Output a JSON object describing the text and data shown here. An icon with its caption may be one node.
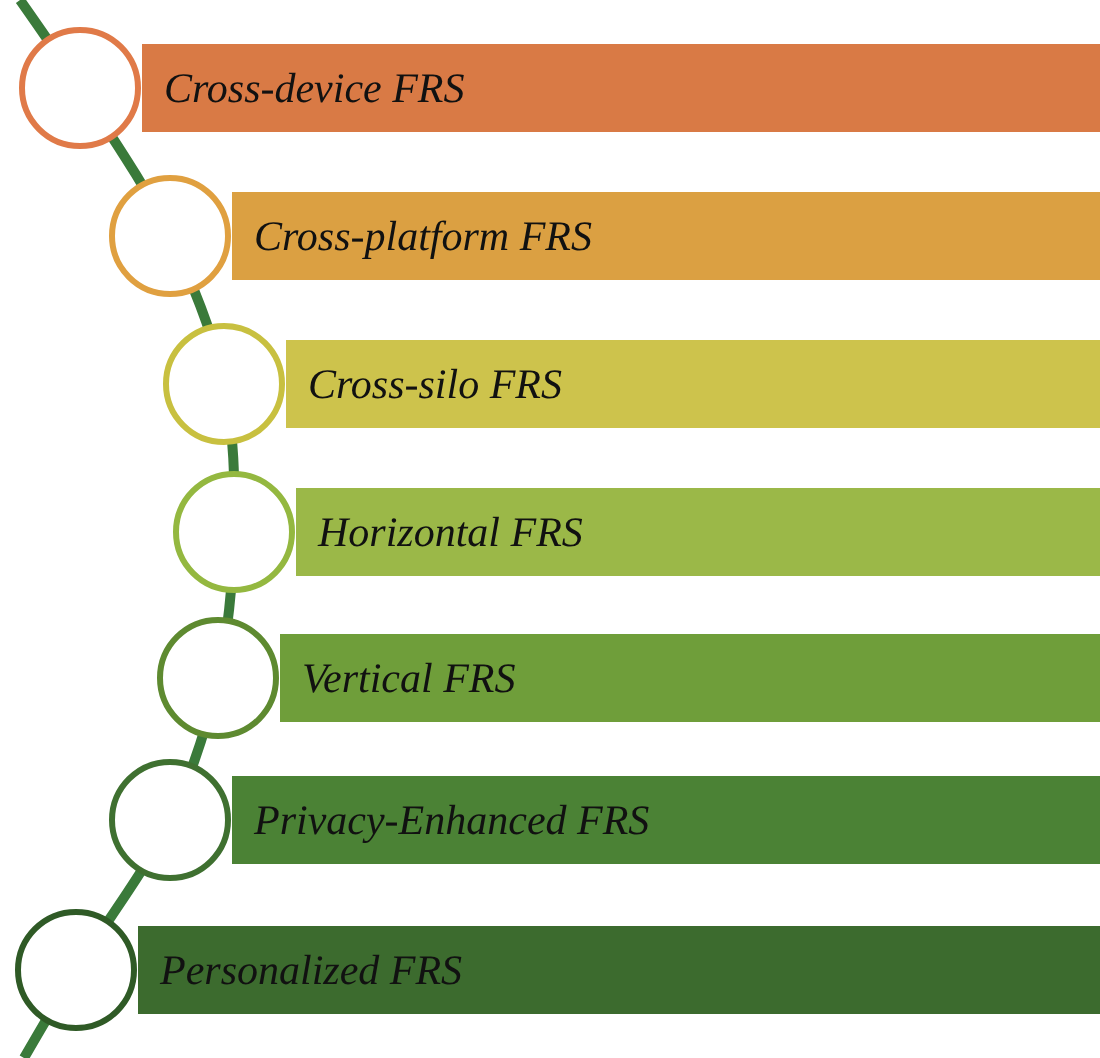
{
  "diagram": {
    "nodes": [
      {
        "text": [
          "Cross-device FRS"
        ]
      },
      {
        "text": [
          "Cross-platform FRS"
        ]
      },
      {
        "text": [
          "Cross-silo FRS"
        ]
      },
      {
        "text": [
          "Horizontal FRS"
        ]
      },
      {
        "text": [
          "Vertical FRS"
        ]
      },
      {
        "text": [
          "Privacy-Enhanced FRS"
        ]
      },
      {
        "text": [
          "Personalized FRS"
        ]
      }
    ]
  }
}
